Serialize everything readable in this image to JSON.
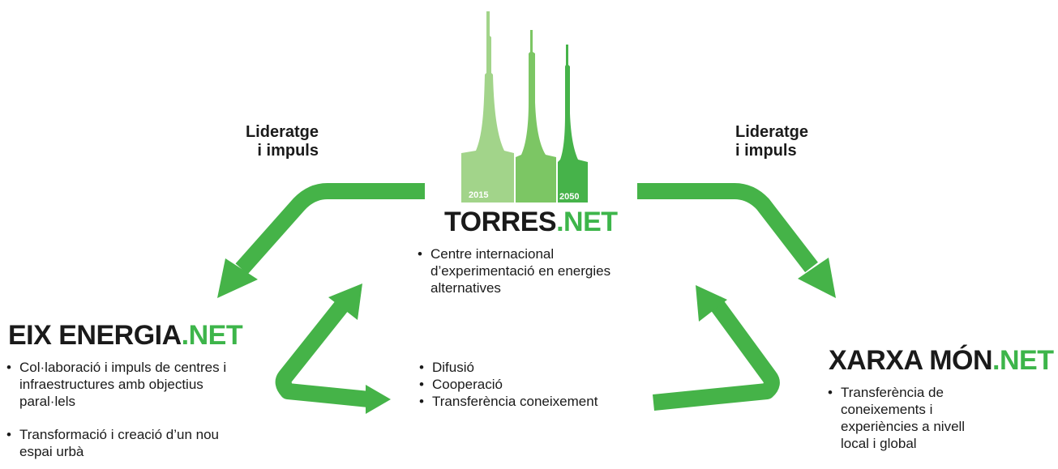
{
  "colors": {
    "arrow": "#45b348",
    "tower_light": "#a2d48a",
    "tower_mid": "#7cc664",
    "tower_dark": "#46b34a",
    "accent_text": "#3db54a"
  },
  "towers": {
    "year_start": "2015",
    "year_end": "2050"
  },
  "leadership_left": {
    "line1": "Lideratge",
    "line2": "i impuls"
  },
  "leadership_right": {
    "line1": "Lideratge",
    "line2": "i impuls"
  },
  "torres": {
    "title_main": "TORRES",
    "title_accent": ".NET",
    "bullets": [
      "Centre internacional d’experimentació en energies alternatives"
    ]
  },
  "eix": {
    "title_main": "EIX ENERGIA",
    "title_accent": ".NET",
    "bullets": [
      "Col·laboració i impuls de centres i infraestructures amb objectius paral·lels",
      "Transformació i creació d’un nou espai urbà"
    ]
  },
  "xarxa": {
    "title_main": "XARXA MÓN",
    "title_accent": ".NET",
    "bullets": [
      "Transferència de coneixements i experiències a nivell local i global"
    ]
  },
  "center": {
    "bullets": [
      "Difusió",
      "Cooperació",
      "Transferència coneixement"
    ]
  }
}
